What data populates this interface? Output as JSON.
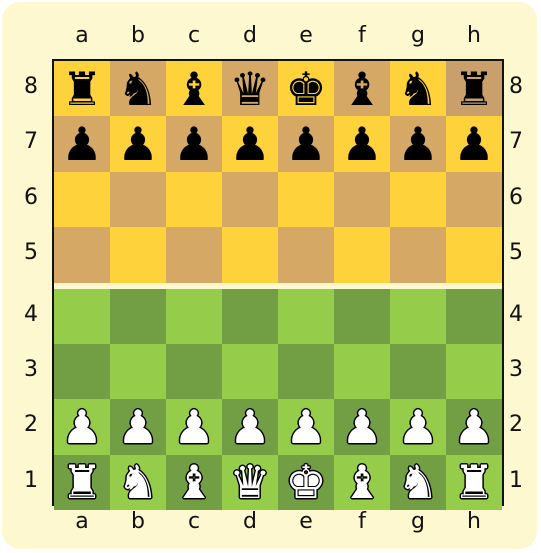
{
  "files": [
    "a",
    "b",
    "c",
    "d",
    "e",
    "f",
    "g",
    "h"
  ],
  "ranks": [
    "8",
    "7",
    "6",
    "5",
    "4",
    "3",
    "2",
    "1"
  ],
  "colors": {
    "top_light": "#fdd23a",
    "top_dark": "#d5a866",
    "bottom_light": "#95cd4a",
    "bottom_dark": "#739f44",
    "divider": "#d62a1f",
    "highlight": "#c9a06c"
  },
  "highlighted_square": "h8",
  "position": [
    [
      "r",
      "n",
      "b",
      "q",
      "k",
      "b",
      "n",
      "r"
    ],
    [
      "p",
      "p",
      "p",
      "p",
      "p",
      "p",
      "p",
      "p"
    ],
    [
      "",
      "",
      "",
      "",
      "",
      "",
      "",
      ""
    ],
    [
      "",
      "",
      "",
      "",
      "",
      "",
      "",
      ""
    ],
    [
      "",
      "",
      "",
      "",
      "",
      "",
      "",
      ""
    ],
    [
      "",
      "",
      "",
      "",
      "",
      "",
      "",
      ""
    ],
    [
      "P",
      "P",
      "P",
      "P",
      "P",
      "P",
      "P",
      "P"
    ],
    [
      "R",
      "N",
      "B",
      "Q",
      "K",
      "B",
      "N",
      "R"
    ]
  ],
  "piece_glyphs": {
    "k": "♚",
    "q": "♛",
    "r": "♜",
    "b": "♝",
    "n": "♞",
    "p": "♟",
    "K": "♚",
    "Q": "♛",
    "R": "♜",
    "B": "♝",
    "N": "♞",
    "P": "♟"
  },
  "piece_names": {
    "k": "black-king-icon",
    "q": "black-queen-icon",
    "r": "black-rook-icon",
    "b": "black-bishop-icon",
    "n": "black-knight-icon",
    "p": "black-pawn-icon",
    "K": "white-king-icon",
    "Q": "white-queen-icon",
    "R": "white-rook-icon",
    "B": "white-bishop-icon",
    "N": "white-knight-icon",
    "P": "white-pawn-icon"
  }
}
